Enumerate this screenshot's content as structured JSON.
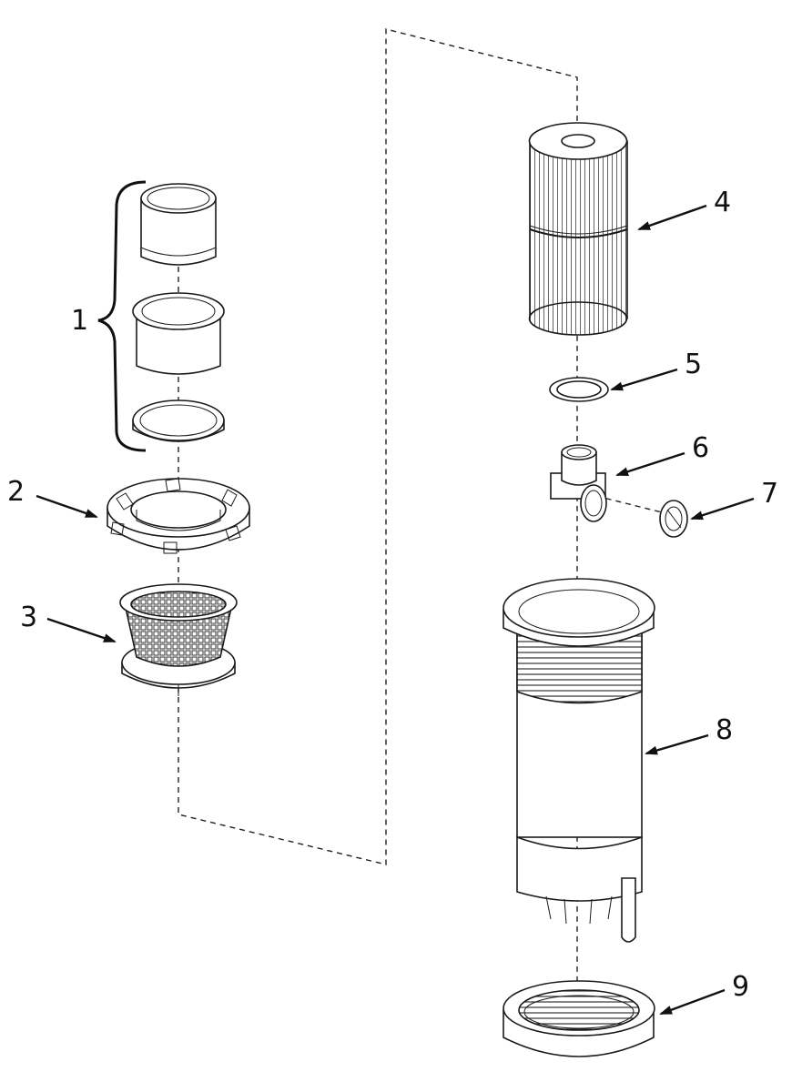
{
  "parts": [
    {
      "id": "1",
      "label": "1"
    },
    {
      "id": "2",
      "label": "2"
    },
    {
      "id": "3",
      "label": "3"
    },
    {
      "id": "4",
      "label": "4"
    },
    {
      "id": "5",
      "label": "5"
    },
    {
      "id": "6",
      "label": "6"
    },
    {
      "id": "7",
      "label": "7"
    },
    {
      "id": "8",
      "label": "8"
    },
    {
      "id": "9",
      "label": "9"
    }
  ]
}
